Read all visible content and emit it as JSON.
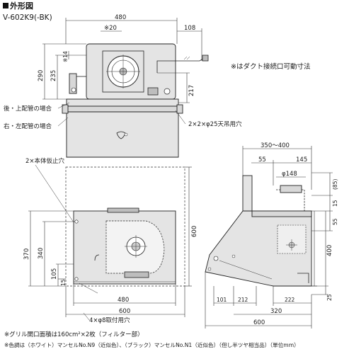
{
  "header": {
    "title": "外形図",
    "model": "V-602K9(-BK)"
  },
  "annotations": {
    "duct_note": "※はダクト接続口可動寸法",
    "rear_top_pipe": "後・上配管の場合",
    "right_left_pipe": "右・左配管の場合",
    "ceiling_holes": "2×2×φ25天吊用穴",
    "temp_holes": "2×本体仮止穴",
    "mount_holes": "4×φ8取付用穴"
  },
  "dimensions": {
    "top": {
      "width_480": "480",
      "offset_20": "※20",
      "offset_108": "108",
      "h_290": "290",
      "h_235": "235",
      "h_14": "※14",
      "h_217": "217"
    },
    "front": {
      "h_600": "600",
      "h_370": "370",
      "h_340": "340",
      "h_105": "105",
      "h_15": "15",
      "w_480": "480",
      "w_600": "600"
    },
    "side": {
      "w_350_400": "350〜400",
      "w_55": "55",
      "w_145": "145",
      "dia_148": "φ148",
      "h_85": "(85)",
      "h_15": "15",
      "h_55": "55",
      "h_400": "400",
      "h_25": "25",
      "w_101": "101",
      "w_212": "212",
      "w_222": "222",
      "w_320": "320",
      "w_600": "600"
    }
  },
  "footnotes": {
    "grill": "※グリル開口面積は160cm²×2枚（フィルター部）",
    "color": "※色調は（ホワイト）マンセルNo.N9（近似色）、（ブラック）マンセルNo.N1（近似色）（但し半ツヤ相当品）（単位mm）"
  },
  "colors": {
    "body_fill": "#e4e4e4",
    "line": "#222222"
  }
}
